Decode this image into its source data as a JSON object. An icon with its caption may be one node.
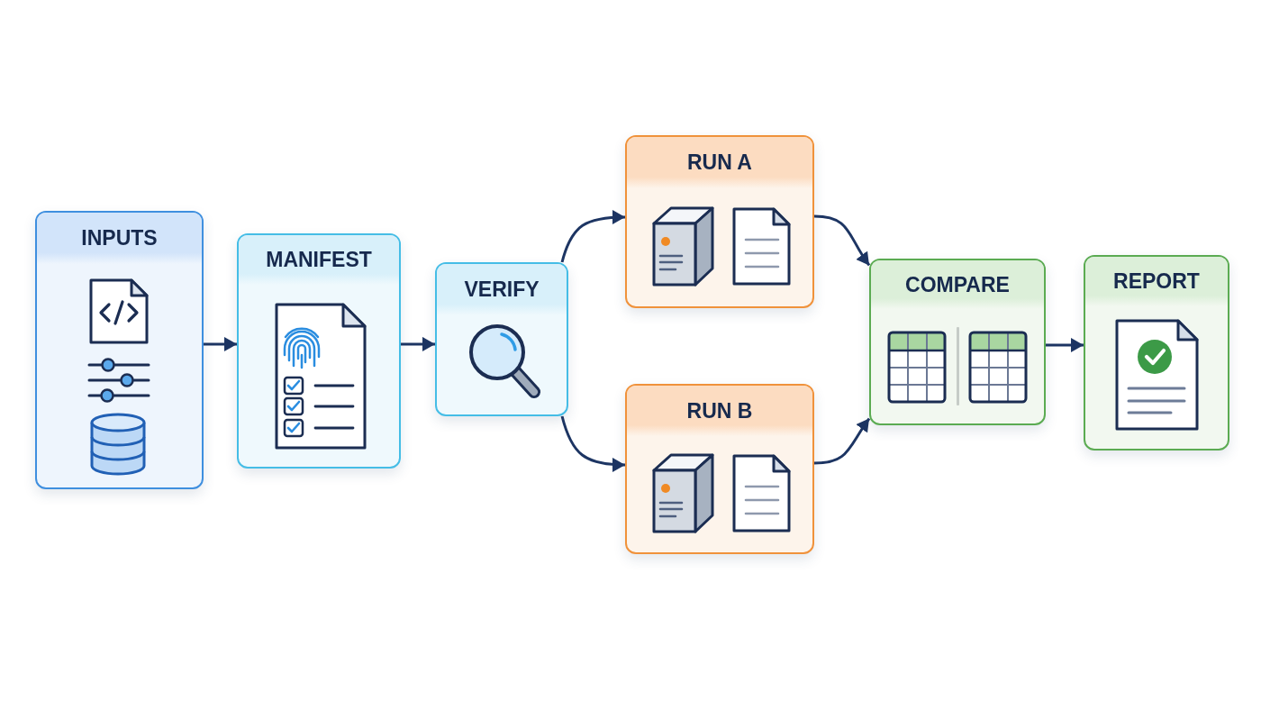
{
  "diagram": {
    "nodes": [
      {
        "text": [
          "INPUTS"
        ]
      },
      {
        "text": [
          "MANIFEST"
        ]
      },
      {
        "text": [
          "VERIFY"
        ]
      },
      {
        "text": [
          "RUN A"
        ]
      },
      {
        "text": [
          "RUN B"
        ]
      },
      {
        "text": [
          "COMPARE"
        ]
      },
      {
        "text": [
          "REPORT"
        ]
      }
    ],
    "edges": [
      {
        "from": 0,
        "to": 1,
        "arrow": "to"
      },
      {
        "from": 1,
        "to": 2,
        "arrow": "to"
      },
      {
        "from": 2,
        "to": 3,
        "arrow": "to"
      },
      {
        "from": 2,
        "to": 4,
        "arrow": "to"
      },
      {
        "from": 3,
        "to": 5,
        "arrow": "to"
      },
      {
        "from": 4,
        "to": 5,
        "arrow": "to"
      },
      {
        "from": 5,
        "to": 6,
        "arrow": "to"
      }
    ]
  }
}
